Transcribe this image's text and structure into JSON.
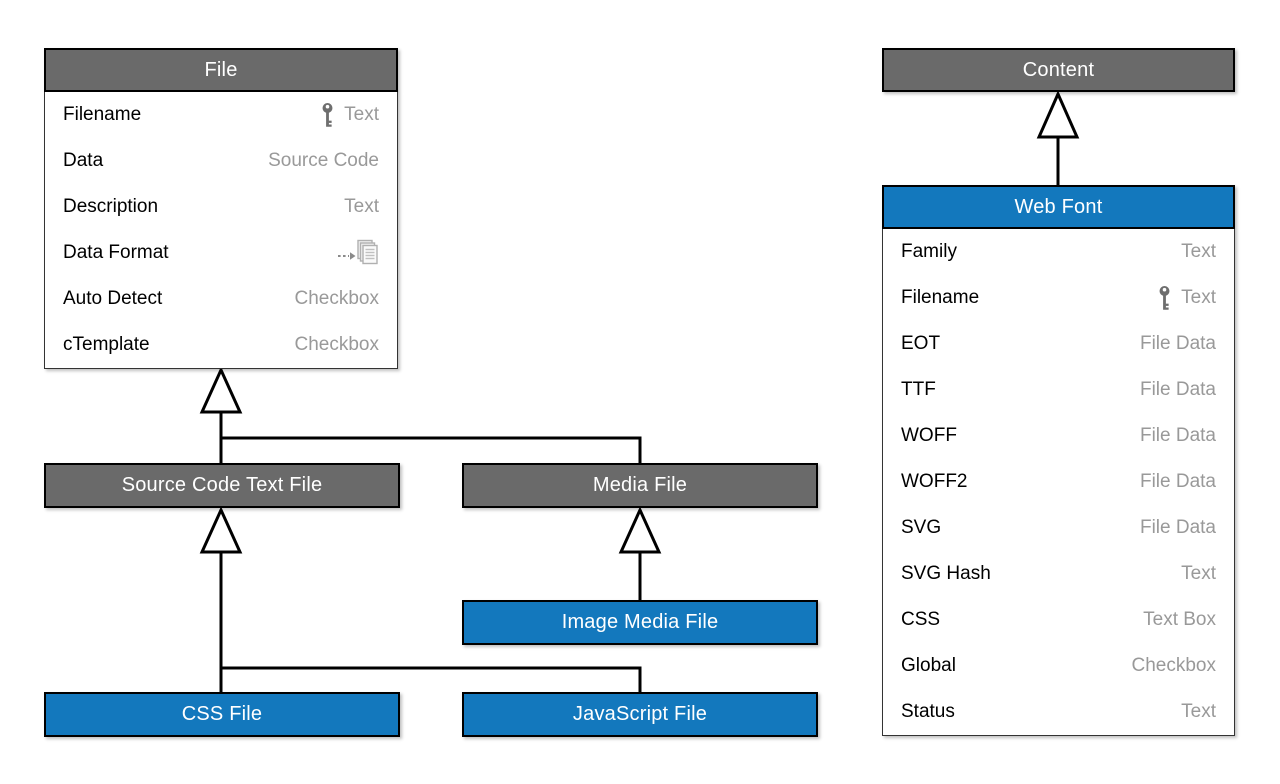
{
  "colors": {
    "gray_header": "#6a6a6a",
    "blue_header": "#1378bd",
    "header_text": "#ffffff",
    "field_name_text": "#000000",
    "field_type_text": "#999999",
    "connector": "#000000"
  },
  "entities": {
    "file": {
      "title": "File",
      "fields": [
        {
          "name": "Filename",
          "type": "Text",
          "icon": "key-icon"
        },
        {
          "name": "Data",
          "type": "Source Code"
        },
        {
          "name": "Description",
          "type": "Text"
        },
        {
          "name": "Data Format",
          "type": "",
          "icon": "page-list-icon"
        },
        {
          "name": "Auto Detect",
          "type": "Checkbox"
        },
        {
          "name": "cTemplate",
          "type": "Checkbox"
        }
      ]
    },
    "source_code_text_file": {
      "title": "Source Code Text File"
    },
    "media_file": {
      "title": "Media File"
    },
    "image_media_file": {
      "title": "Image Media File"
    },
    "css_file": {
      "title": "CSS File"
    },
    "javascript_file": {
      "title": "JavaScript File"
    },
    "content": {
      "title": "Content"
    },
    "web_font": {
      "title": "Web Font",
      "fields": [
        {
          "name": "Family",
          "type": "Text"
        },
        {
          "name": "Filename",
          "type": "Text",
          "icon": "key-icon"
        },
        {
          "name": "EOT",
          "type": "File Data"
        },
        {
          "name": "TTF",
          "type": "File Data"
        },
        {
          "name": "WOFF",
          "type": "File Data"
        },
        {
          "name": "WOFF2",
          "type": "File Data"
        },
        {
          "name": "SVG",
          "type": "File Data"
        },
        {
          "name": "SVG Hash",
          "type": "Text"
        },
        {
          "name": "CSS",
          "type": "Text Box"
        },
        {
          "name": "Global",
          "type": "Checkbox"
        },
        {
          "name": "Status",
          "type": "Text"
        }
      ]
    }
  },
  "relations": [
    {
      "from": "Source Code Text File",
      "to": "File",
      "kind": "inheritance"
    },
    {
      "from": "Media File",
      "to": "File",
      "kind": "inheritance"
    },
    {
      "from": "CSS File",
      "to": "Source Code Text File",
      "kind": "inheritance"
    },
    {
      "from": "JavaScript File",
      "to": "Source Code Text File",
      "kind": "inheritance"
    },
    {
      "from": "Image Media File",
      "to": "Media File",
      "kind": "inheritance"
    },
    {
      "from": "Web Font",
      "to": "Content",
      "kind": "inheritance"
    }
  ]
}
